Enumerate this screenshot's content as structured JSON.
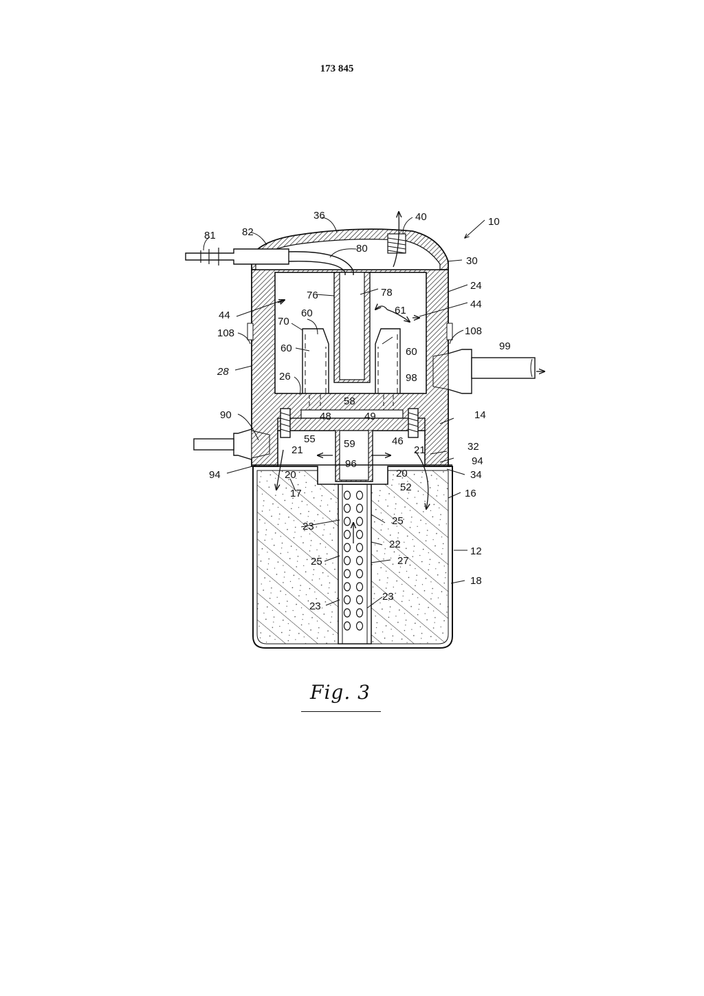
{
  "page": {
    "number": "173 845"
  },
  "figure": {
    "caption": "Fig. 3",
    "labels": {
      "l10": "10",
      "l12": "12",
      "l14": "14",
      "l16": "16",
      "l17": "17",
      "l18": "18",
      "l20a": "20",
      "l20b": "20",
      "l21a": "21",
      "l21b": "21",
      "l22": "22",
      "l23a": "23",
      "l23b": "23",
      "l23c": "23",
      "l24": "24",
      "l25a": "25",
      "l25b": "25",
      "l26": "26",
      "l27": "27",
      "l28": "28",
      "l30": "30",
      "l32": "32",
      "l34": "34",
      "l36": "36",
      "l40": "40",
      "l44a": "44",
      "l44b": "44",
      "l46": "46",
      "l48": "48",
      "l49": "49",
      "l52": "52",
      "l55": "55",
      "l58": "58",
      "l59": "59",
      "l60a": "60",
      "l60b": "60",
      "l60c": "60",
      "l61": "61",
      "l70": "70",
      "l76": "76",
      "l78": "78",
      "l80": "80",
      "l81": "81",
      "l82": "82",
      "l90": "90",
      "l94a": "94",
      "l94b": "94",
      "l96": "96",
      "l98": "98",
      "l99": "99",
      "l108a": "108",
      "l108b": "108"
    }
  }
}
